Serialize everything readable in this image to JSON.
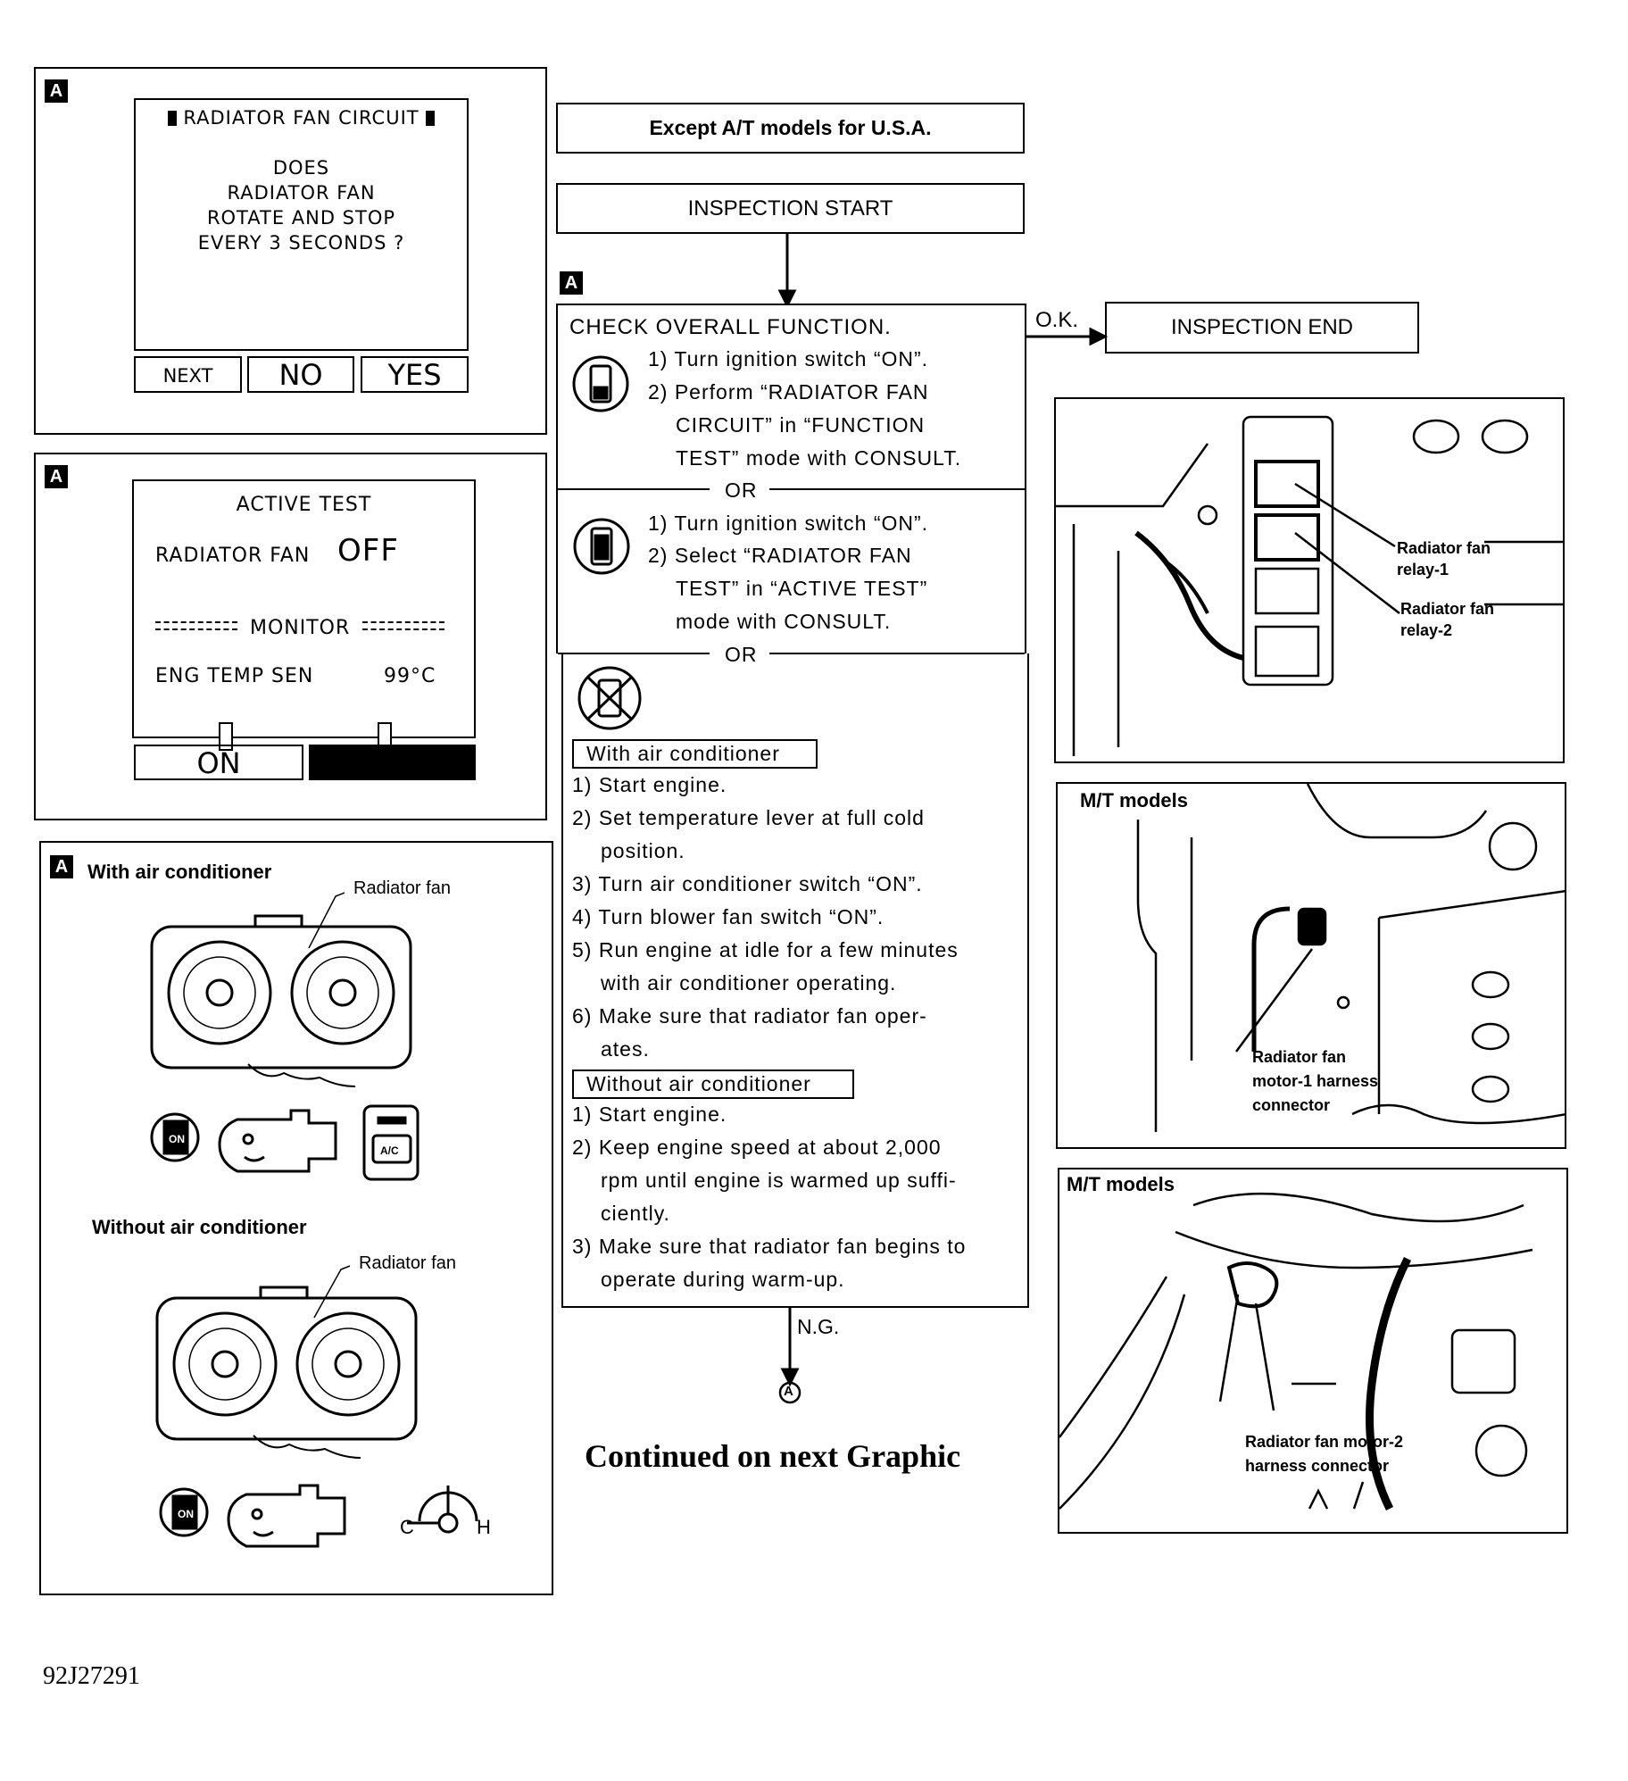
{
  "badge_letter": "A",
  "left": {
    "panel1": {
      "title": "RADIATOR FAN CIRCUIT",
      "lines": [
        "DOES",
        "RADIATOR FAN",
        "ROTATE AND STOP",
        "EVERY 3 SECONDS ?"
      ],
      "buttons": [
        "NEXT",
        "NO",
        "YES"
      ]
    },
    "panel2": {
      "title": "ACTIVE TEST",
      "item_label": "RADIATOR FAN",
      "item_value": "OFF",
      "monitor_label": "MONITOR",
      "sensor_label": "ENG TEMP SEN",
      "sensor_value": "99°C",
      "button_on": "ON"
    },
    "panel3": {
      "with_ac_title": "With air conditioner",
      "with_ac_fan_label": "Radiator fan",
      "ac_button_label": "A/C",
      "key_label": "ON",
      "without_ac_title": "Without air conditioner",
      "without_ac_fan_label": "Radiator fan",
      "gauge_c": "C",
      "gauge_h": "H"
    }
  },
  "flow": {
    "header": "Except A/T models for U.S.A.",
    "start": "INSPECTION START",
    "check_title": "CHECK OVERALL FUNCTION.",
    "ok_label": "O.K.",
    "end": "INSPECTION END",
    "or_label": "OR",
    "section1": [
      "1) Turn ignition switch “ON”.",
      "2) Perform “RADIATOR FAN",
      "CIRCUIT” in “FUNCTION",
      "TEST” mode with CONSULT."
    ],
    "section2": [
      "1) Turn ignition switch “ON”.",
      "2) Select “RADIATOR FAN",
      "TEST” in “ACTIVE TEST”",
      "mode with CONSULT."
    ],
    "with_ac_title": "With air conditioner",
    "with_ac_steps": [
      "1) Start engine.",
      "2) Set temperature lever at full cold",
      "position.",
      "3) Turn air conditioner switch “ON”.",
      "4) Turn blower fan switch “ON”.",
      "5) Run engine at idle for a few minutes",
      "with air conditioner operating.",
      "6) Make sure that radiator fan oper-",
      "ates."
    ],
    "without_ac_title": "Without air conditioner",
    "without_ac_steps": [
      "1) Start engine.",
      "2) Keep engine speed at about 2,000",
      "rpm until engine is warmed up suffi-",
      "ciently.",
      "3) Make sure that radiator fan begins to",
      "operate during warm-up."
    ],
    "ng_label": "N.G.",
    "connector": "A",
    "continued": "Continued on next Graphic"
  },
  "right": {
    "ill1": {
      "relay1": [
        "Radiator fan",
        "relay-1"
      ],
      "relay2": [
        "Radiator fan",
        "relay-2"
      ]
    },
    "ill2": {
      "title": "M/T models",
      "label": [
        "Radiator fan",
        "motor-1 harness",
        "connector"
      ]
    },
    "ill3": {
      "title": "M/T models",
      "label": [
        "Radiator fan motor-2",
        "harness connector"
      ]
    }
  },
  "figure_id": "92J27291"
}
